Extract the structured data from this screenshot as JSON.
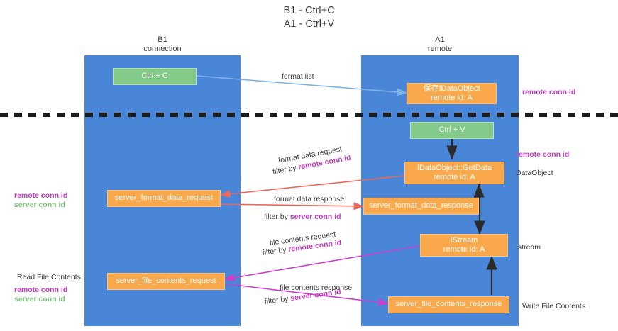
{
  "title": "B1 - Ctrl+C\nA1 - Ctrl+V",
  "columns": {
    "left": "B1\nconnection",
    "right": "A1\nremote"
  },
  "boxes": {
    "ctrl_c": "Ctrl + C",
    "ctrl_v": "Ctrl + V",
    "idataobject_remote": "保存IDataObject\nremote id: A",
    "getdata": "IDataObject::GetData\nremote id: A",
    "server_format_data_request": "server_format_data_request",
    "server_format_data_response": "server_format_data_response",
    "istream": "IStream\nremote id: A",
    "server_file_contents_request": "server_file_contents_request",
    "server_file_contents_response": "server_file_contents_response"
  },
  "arrow_labels": {
    "format_list": "format list",
    "format_data_request": "format data request",
    "format_data_request_filter_prefix": "filter by ",
    "format_data_request_filter_key": "remote conn id",
    "format_data_response": "format data response",
    "format_data_response_filter_prefix": "filter by ",
    "format_data_response_filter_key": "server conn id",
    "file_contents_request": "file contents request",
    "file_contents_request_filter_prefix": "filter by ",
    "file_contents_request_filter_key": "remote conn id",
    "file_contents_response": "file contents response",
    "file_contents_response_filter_prefix": "filter by ",
    "file_contents_response_filter_key": "server conn id"
  },
  "side_labels": {
    "left_mid_remote": "remote conn id",
    "left_mid_server": "server conn id",
    "left_read_file_contents": "Read File Contents",
    "left_bottom_remote": "remote conn id",
    "left_bottom_server": "server conn id",
    "right_top_remote": "remote conn id",
    "right_mid_remote": "remote conn id",
    "right_dataobject": "DataObject",
    "right_istream": "Istream",
    "right_write_file_contents": "Write File Contents"
  },
  "colors": {
    "column_fill": "#4a86d8",
    "box_green": "#83c98a",
    "box_orange": "#f9a94b",
    "arrow_blue": "#7fb3e8",
    "arrow_red": "#e8685a",
    "arrow_magenta": "#cc3ecc",
    "arrow_dark": "#2a2a2a",
    "key_remote": "#c23bc2",
    "key_server": "#7ec17e",
    "divider": "#1c1c1c"
  }
}
